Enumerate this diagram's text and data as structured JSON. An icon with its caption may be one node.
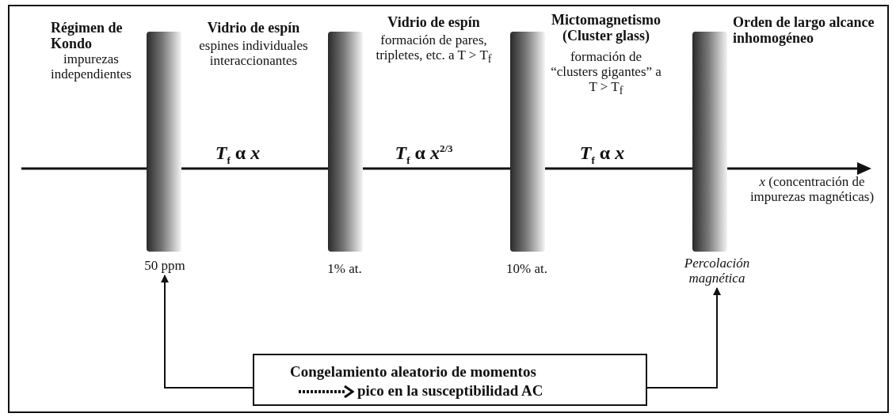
{
  "diagram": {
    "nodes": [
      {
        "text": [
          "50 ppm"
        ]
      },
      {
        "text": [
          "1% at."
        ]
      },
      {
        "text": [
          "10% at."
        ]
      },
      {
        "text": [
          "Percolación magnética"
        ]
      },
      {
        "text": [
          "Congelamiento aleatorio de momentos",
          "pico en la susceptibilidad AC"
        ]
      },
      {
        "text": [],
        "shape": "bar"
      },
      {
        "text": [],
        "shape": "bar"
      },
      {
        "text": [],
        "shape": "bar"
      },
      {
        "text": [],
        "shape": "bar"
      }
    ],
    "edges": [
      {
        "from": 4,
        "to": 0,
        "arrow": "to"
      },
      {
        "from": 4,
        "to": 3,
        "arrow": "to"
      }
    ],
    "labels": [
      "Régimen de Kondo",
      "impurezas independientes",
      "Vidrio de espín",
      "espines individuales interaccionantes",
      "Vidrio de espín",
      "formación de pares, tripletes, etc. a T > T$_{f}$",
      "Mictomagnetismo (Cluster glass)",
      "formación de “clusters gigantes” a T > T$_{f}$",
      "Orden de largo alcance inhomogéneo",
      "*T*$_{f}$ α *x*",
      "*T*$_{f}$ α *x*$^{2/3}$",
      "*T*$_{f}$ α *x*",
      "*x* (concentración de impurezas magnéticas)"
    ]
  }
}
